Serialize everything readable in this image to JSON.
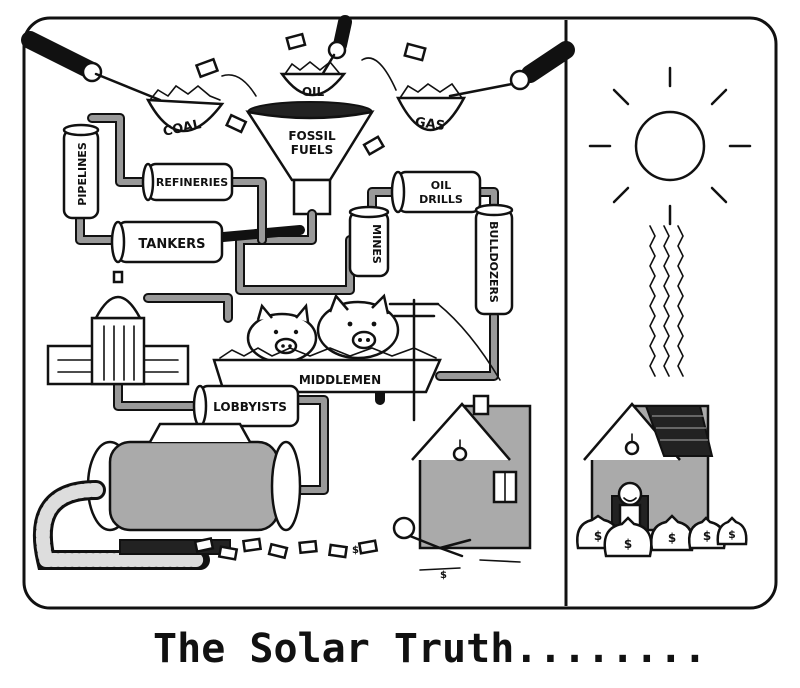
{
  "title": "The Solar Truth........",
  "left_panel": {
    "fuel_sources": {
      "coal": "COAL",
      "oil": "OIL",
      "gas": "GAS"
    },
    "funnel_label_line1": "FOSSIL",
    "funnel_label_line2": "FUELS",
    "pipes": {
      "pipelines": "PIPELINES",
      "refineries": "REFINERIES",
      "tankers": "TANKERS",
      "oil_drills_line1": "OIL",
      "oil_drills_line2": "DRILLS",
      "mines": "MINES",
      "bulldozers": "BULLDOZERS",
      "lobbyists": "LOBBYISTS"
    },
    "trough_label": "MIDDLEMEN",
    "money_symbol": "$"
  },
  "right_panel": {
    "money_symbol": "$"
  }
}
